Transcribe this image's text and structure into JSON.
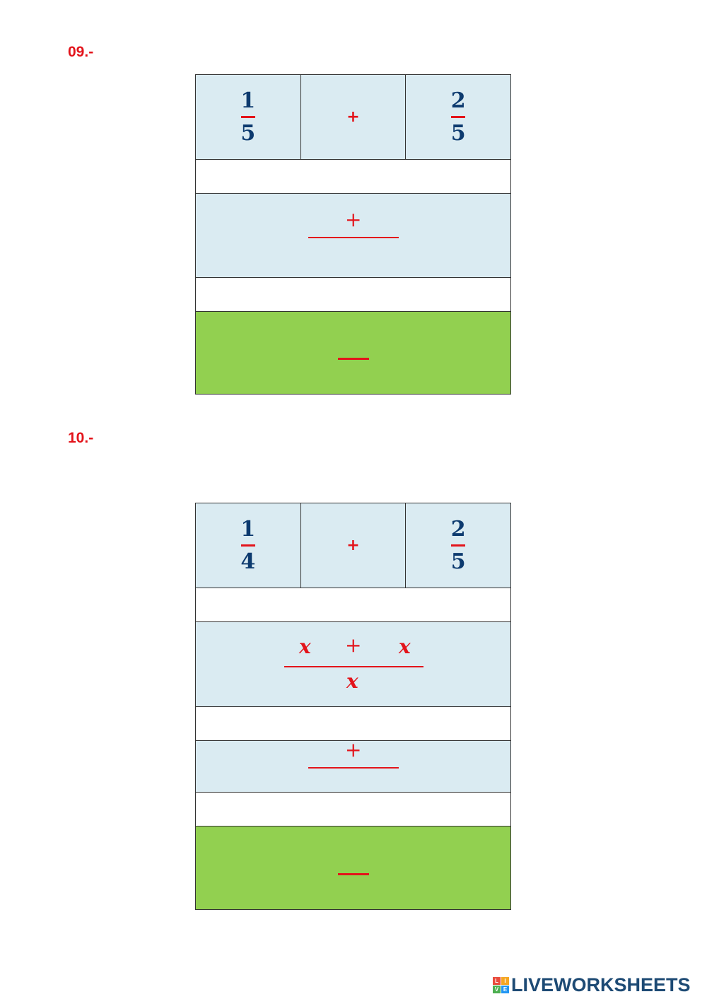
{
  "exercises": [
    {
      "number": "09.-",
      "top_row": {
        "left": {
          "num": "1",
          "den": "5"
        },
        "op": "+",
        "right": {
          "num": "2",
          "den": "5"
        }
      },
      "step_row": {
        "op": "+"
      }
    },
    {
      "number": "10.-",
      "top_row": {
        "left": {
          "num": "1",
          "den": "4"
        },
        "op": "+",
        "right": {
          "num": "2",
          "den": "5"
        }
      },
      "step_row_1": {
        "left_var": "x",
        "op": "+",
        "right_var": "x",
        "den_var": "x"
      },
      "step_row_2": {
        "op": "+"
      }
    }
  ],
  "brand": {
    "mark_letters": [
      "L",
      "I",
      "V",
      "E"
    ],
    "mark_colors": [
      "#e94b3c",
      "#f5a623",
      "#4caf50",
      "#2196f3"
    ],
    "name": "LIVEWORKSHEETS"
  },
  "colors": {
    "cell_blue": "#daebf2",
    "answer_green": "#92d050",
    "accent_red": "#e3141b",
    "digit_navy": "#0c3a6f"
  }
}
